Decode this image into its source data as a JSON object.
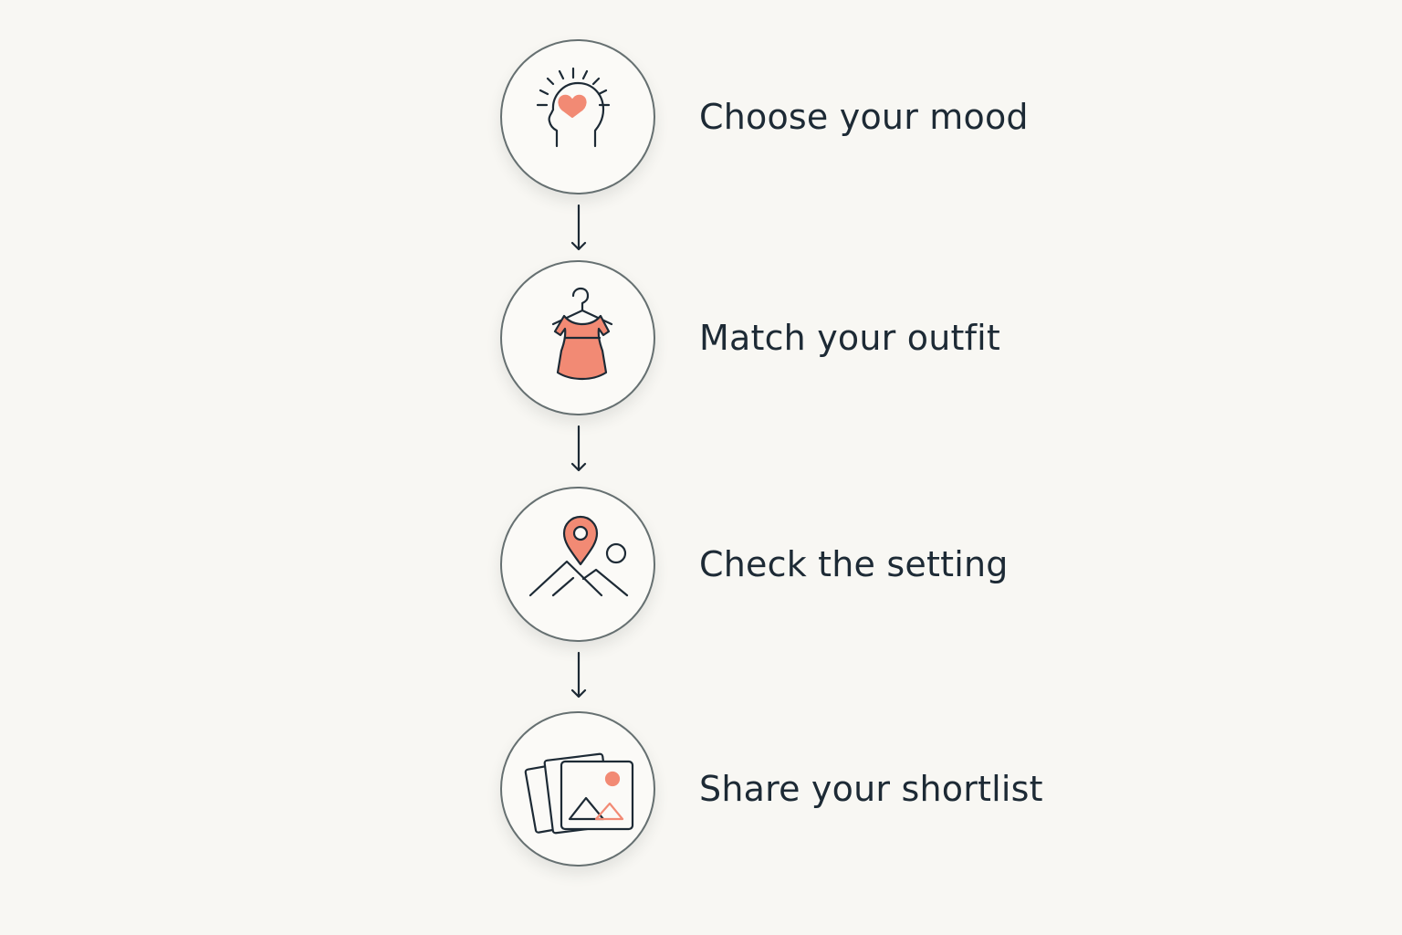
{
  "steps": [
    {
      "label": "Choose your mood",
      "icon": "head-heart-icon"
    },
    {
      "label": "Match your outfit",
      "icon": "dress-hanger-icon"
    },
    {
      "label": "Check the setting",
      "icon": "location-mountain-icon"
    },
    {
      "label": "Share your shortlist",
      "icon": "photo-stack-icon"
    }
  ],
  "colors": {
    "background": "#f8f7f3",
    "line": "#1d2a35",
    "accent": "#f28a74",
    "circle_border": "#667071"
  }
}
